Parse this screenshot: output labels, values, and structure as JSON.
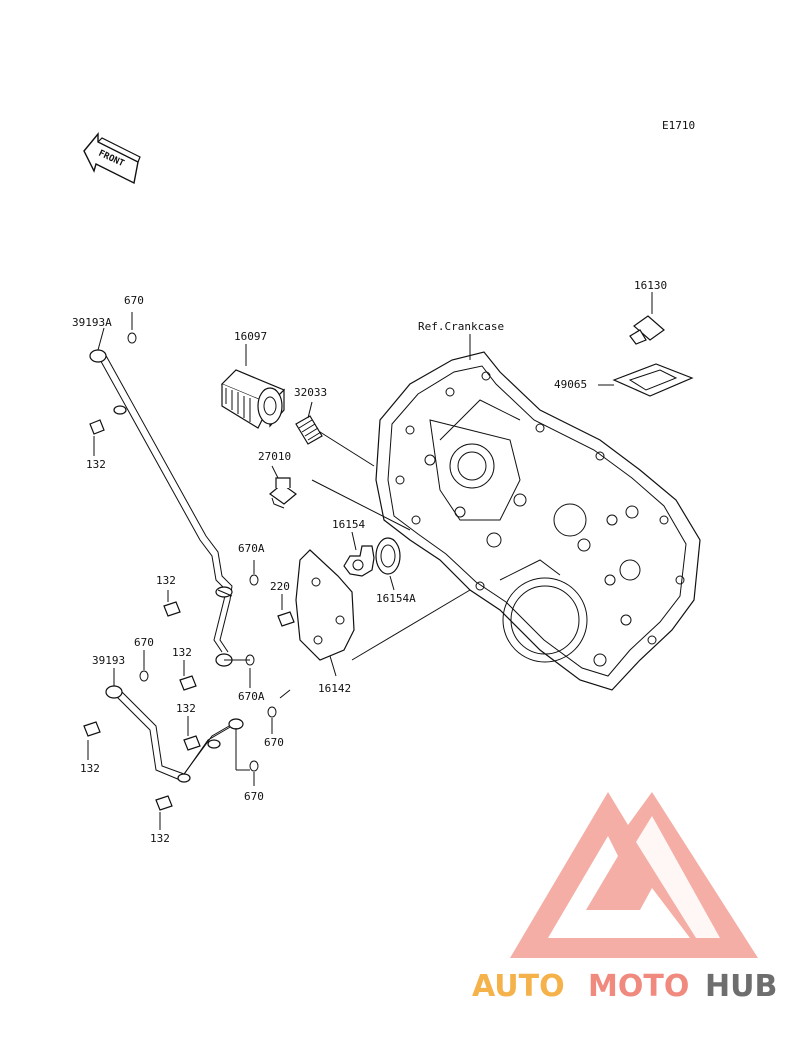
{
  "diagram": {
    "code": "E1710",
    "front_label": "FRONT",
    "ref_label": "Ref.Crankcase",
    "callouts": {
      "c670_top": "670",
      "c39193A": "39193A",
      "c16097": "16097",
      "c32033": "32033",
      "c132_a": "132",
      "c27010": "27010",
      "c16154": "16154",
      "c16154A": "16154A",
      "c670A_a": "670A",
      "c132_b": "132",
      "c220": "220",
      "c670_mid": "670",
      "c39193": "39193",
      "c132_c": "132",
      "c670A_b": "670A",
      "c16142": "16142",
      "c132_d": "132",
      "c132_e": "132",
      "c670_b": "670",
      "c670_c": "670",
      "c132_f": "132",
      "c16130": "16130",
      "c49065": "49065"
    }
  },
  "watermark": {
    "auto": "AUTO",
    "moto": "MOTO",
    "hub": "HUB",
    "color_primary": "#f08a7e",
    "color_secondary": "#f5b24a",
    "color_dark": "#6e6e6e"
  }
}
